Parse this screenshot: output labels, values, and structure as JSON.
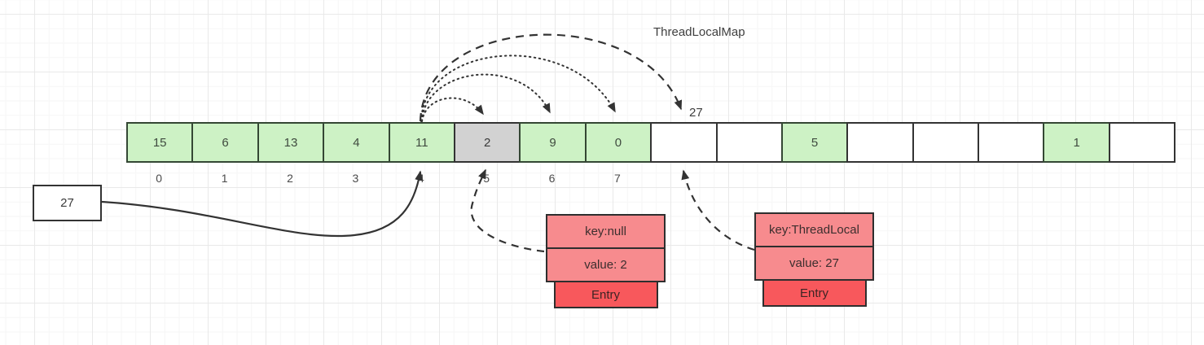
{
  "title": "ThreadLocalMap",
  "array": {
    "cells": [
      {
        "value": "15",
        "state": "occupied"
      },
      {
        "value": "6",
        "state": "occupied"
      },
      {
        "value": "13",
        "state": "occupied"
      },
      {
        "value": "4",
        "state": "occupied"
      },
      {
        "value": "11",
        "state": "occupied"
      },
      {
        "value": "2",
        "state": "stale"
      },
      {
        "value": "9",
        "state": "occupied"
      },
      {
        "value": "0",
        "state": "occupied"
      },
      {
        "value": "",
        "state": "empty"
      },
      {
        "value": "",
        "state": "empty"
      },
      {
        "value": "5",
        "state": "occupied"
      },
      {
        "value": "",
        "state": "empty"
      },
      {
        "value": "",
        "state": "empty"
      },
      {
        "value": "",
        "state": "empty"
      },
      {
        "value": "1",
        "state": "occupied"
      },
      {
        "value": "",
        "state": "empty"
      }
    ],
    "index_labels": [
      "0",
      "1",
      "2",
      "3",
      "4",
      "5",
      "6",
      "7"
    ]
  },
  "probe_label": "27",
  "value_box_label": "27",
  "entries": [
    {
      "key": "key:null",
      "value": "value: 2",
      "tag": "Entry"
    },
    {
      "key": "key:ThreadLocal",
      "value": "value: 27",
      "tag": "Entry"
    }
  ],
  "colors": {
    "cell_occupied": "#cdf2c5",
    "cell_stale": "#d2d2d2",
    "cell_empty": "#ffffff",
    "entry_body": "#f78b8e",
    "entry_tag": "#f8585c",
    "stroke": "#333333"
  }
}
